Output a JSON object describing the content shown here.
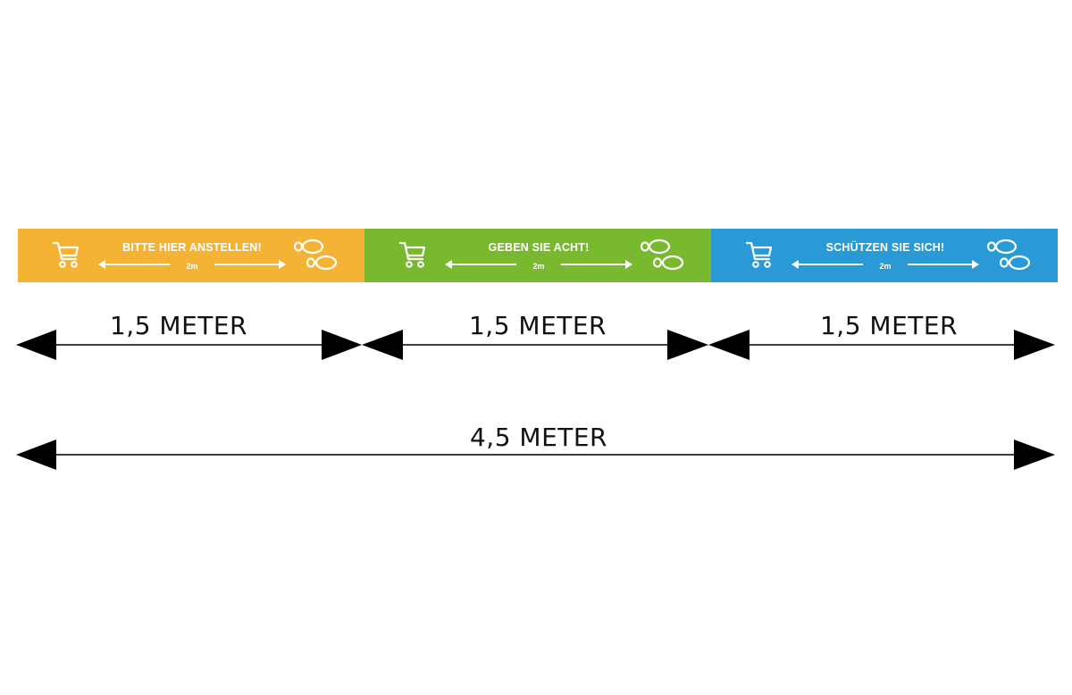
{
  "strips": [
    {
      "title": "BITTE HIER ANSTELLEN!",
      "distance": "2m",
      "color": "#F5B335"
    },
    {
      "title": "GEBEN SIE ACHT!",
      "distance": "2m",
      "color": "#79B92F"
    },
    {
      "title": "SCHÜTZEN SIE SICH!",
      "distance": "2m",
      "color": "#2A9AD6"
    }
  ],
  "segments": [
    {
      "label": "1,5 METER"
    },
    {
      "label": "1,5 METER"
    },
    {
      "label": "1,5 METER"
    }
  ],
  "total": {
    "label": "4,5 METER"
  },
  "icons": [
    "shopping-cart-icon",
    "footprints-icon",
    "double-arrow-icon"
  ]
}
